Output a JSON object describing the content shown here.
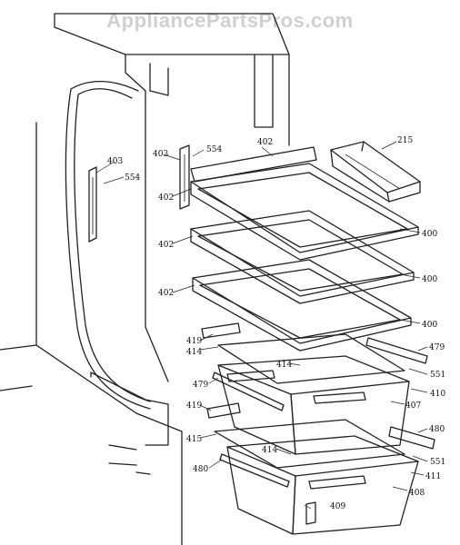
{
  "watermark": "AppliancePartsPros.com",
  "callouts": [
    "215",
    "402",
    "403",
    "554",
    "403",
    "554",
    "402",
    "402",
    "402",
    "400",
    "400",
    "400",
    "419",
    "479",
    "414",
    "414",
    "551",
    "479",
    "410",
    "407",
    "419",
    "480",
    "415",
    "414",
    "551",
    "480",
    "411",
    "408",
    "409"
  ]
}
